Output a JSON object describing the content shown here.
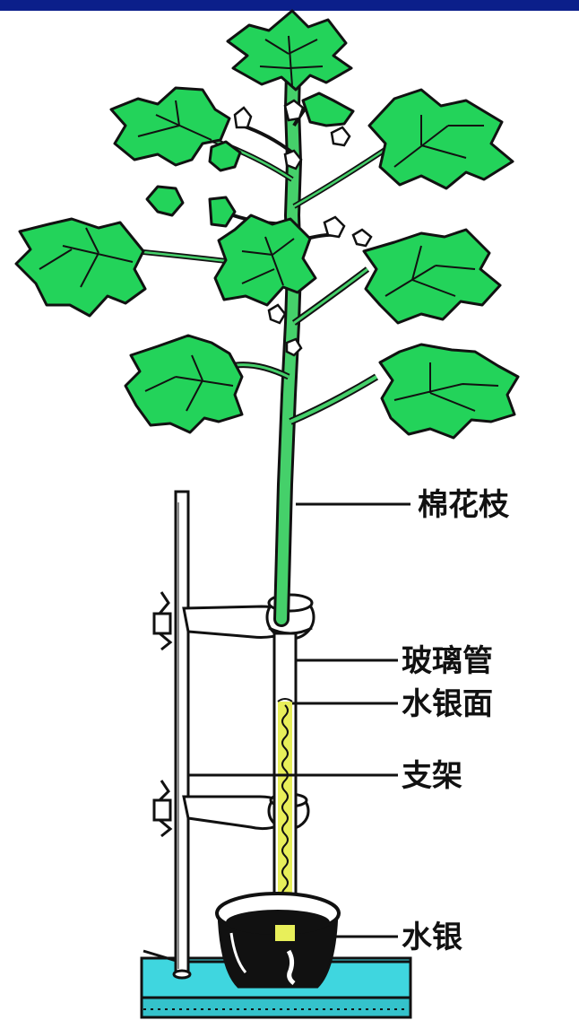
{
  "labels": {
    "branch": "棉花枝",
    "glass_tube": "玻璃管",
    "mercury_surface": "水银面",
    "stand": "支架",
    "mercury": "水银"
  },
  "colors": {
    "header_bar": "#0b1f8a",
    "leaf": "#23d35a",
    "stem": "#45d06a",
    "base": "#3fd6df",
    "mercury_column": "#e8ef5a",
    "outline": "#111111"
  },
  "icons": {
    "plant": "cotton-branch-icon",
    "stand": "ring-stand-icon",
    "tube": "glass-tube-icon",
    "dish": "mercury-dish-icon"
  }
}
